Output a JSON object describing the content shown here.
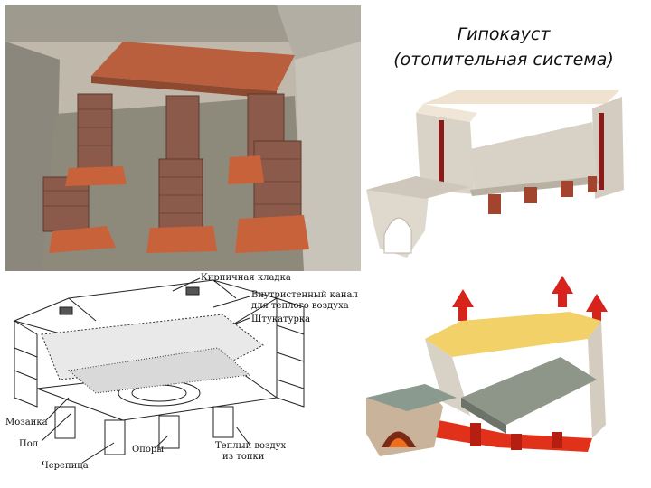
{
  "title": {
    "line1": "Гипокауст",
    "line2": "(отопительная система)"
  },
  "diagram": {
    "labels": {
      "brickwork": "Кирпичная кладка",
      "channel_line1": "Внутристенный канал",
      "channel_line2": "для теплого воздуха",
      "plaster": "Штукатурка",
      "mosaic": "Мозаика",
      "floor": "Пол",
      "tiles": "Черепица",
      "supports": "Опоры",
      "warm_air_line1": "Теплый воздух",
      "warm_air_line2": "из топки"
    }
  },
  "colors": {
    "terracotta": "#c8623a",
    "stone": "#a9a396",
    "render_wall": "#e7ddd0",
    "render_accent": "#8a1b1b",
    "fire": "#e2311b",
    "plaster_yellow": "#f1d168",
    "arrow_red": "#d8231c"
  }
}
